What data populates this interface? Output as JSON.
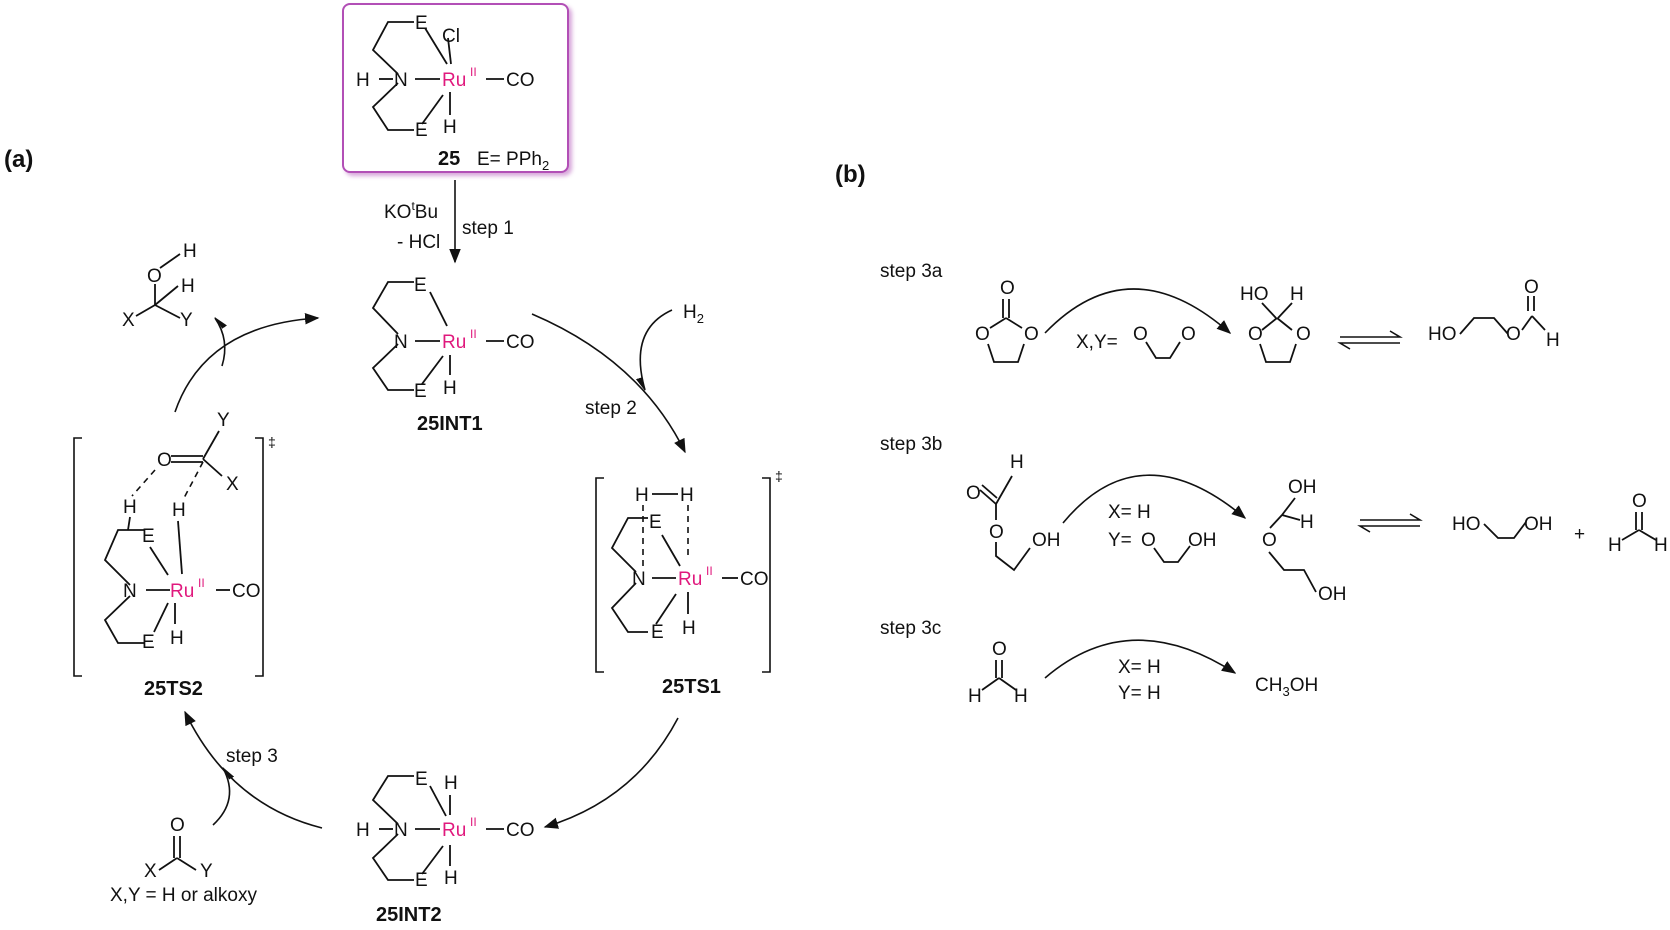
{
  "panels": {
    "a": "(a)",
    "b": "(b)"
  },
  "atoms": {
    "E": "E",
    "N": "N",
    "H": "H",
    "Cl": "Cl",
    "CO": "CO",
    "O": "O",
    "X": "X",
    "Y": "Y",
    "Ru": "Ru",
    "Ru_ox": "II",
    "HO": "HO",
    "OH": "OH"
  },
  "compounds": {
    "c25": "25",
    "c25_def": "E= PPh",
    "c25_def_sub": "2",
    "int1": "25INT1",
    "ts1": "25TS1",
    "int2": "25INT2",
    "ts2": "25TS2",
    "dagger": "‡"
  },
  "steps": {
    "step1": "step 1",
    "step2": "step 2",
    "step3": "step 3",
    "reagent1_a": "KO",
    "reagent1_sup": "t",
    "reagent1_b": "Bu",
    "reagent1_line2": "- HCl",
    "h2": "H",
    "h2_sub": "2",
    "substrate_note": "X,Y = H or alkoxy"
  },
  "panel_b": {
    "step3a_prefix": "step ",
    "step3a_bold": "3a",
    "step3b_prefix": "step ",
    "step3b_bold": "3b",
    "step3c_prefix": "step ",
    "step3c_bold": "3c",
    "xy_eq": "X,Y=",
    "x_eq_h": "X= H",
    "y_eq": "Y=",
    "y_eq_h": "Y= H",
    "plus": "+",
    "methanol_a": "CH",
    "methanol_sub": "3",
    "methanol_b": "OH"
  }
}
